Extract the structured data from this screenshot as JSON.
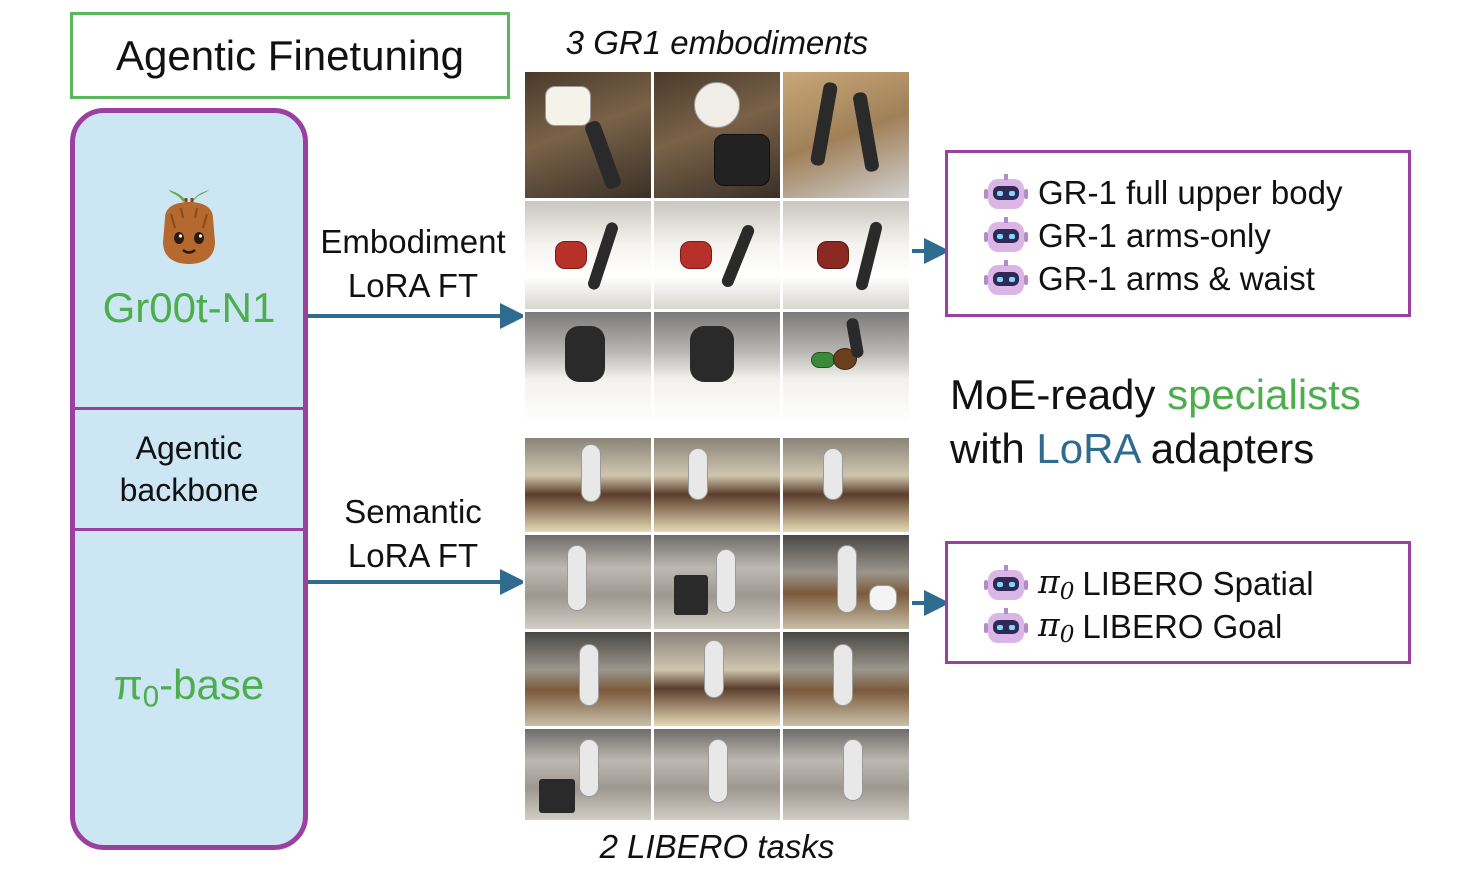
{
  "title": "Agentic Finetuning",
  "model_column": {
    "top_model": {
      "name": "Gr00t-N1",
      "icon": "groot-icon"
    },
    "backbone_label_line1": "Agentic",
    "backbone_label_line2": "backbone",
    "bottom_model": {
      "name_pi": "π",
      "name_sub": "0",
      "name_suffix": "-base"
    }
  },
  "arrows": {
    "embodiment": {
      "line1": "Embodiment",
      "line2": "LoRA FT"
    },
    "semantic": {
      "line1": "Semantic",
      "line2": "LoRA FT"
    }
  },
  "captions": {
    "gr1": "3 GR1 embodiments",
    "libero": "2 LIBERO tasks"
  },
  "gr1_specialists": [
    "GR-1 full upper body",
    "GR-1 arms-only",
    "GR-1 arms & waist"
  ],
  "libero_specialists": [
    {
      "pi": "π",
      "sub": "0",
      "label": "LIBERO Spatial"
    },
    {
      "pi": "π",
      "sub": "0",
      "label": "LIBERO Goal"
    }
  ],
  "moe": {
    "line1_a": "MoE-ready ",
    "line1_b": "specialists",
    "line2_a": "with ",
    "line2_b": "LoRA",
    "line2_c": " adapters"
  },
  "colors": {
    "green": "#4cae4c",
    "purple": "#9b3fa1",
    "arrow_blue": "#2e6b8e",
    "column_fill": "#cce6f4"
  }
}
